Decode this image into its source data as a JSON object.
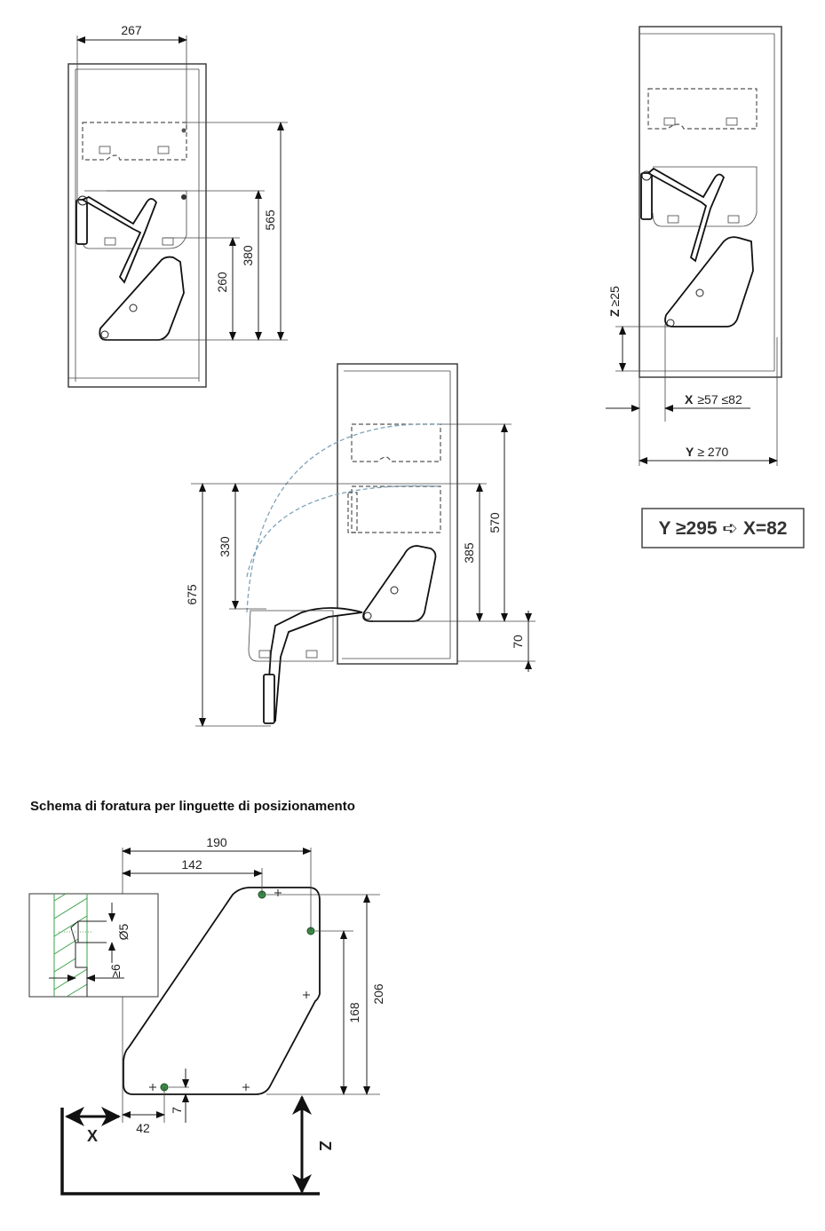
{
  "top_left_diagram": {
    "dims": {
      "width": "267",
      "d565": "565",
      "d380": "380",
      "d260": "260"
    }
  },
  "middle_diagram": {
    "dims": {
      "d570": "570",
      "d385": "385",
      "d70": "70",
      "d675": "675",
      "d330": "330"
    }
  },
  "right_diagram": {
    "z_label": "Z",
    "z_value": "≥25",
    "x_label": "X",
    "x_value": "≥57 ≤82",
    "y_label": "Y",
    "y_value": "≥ 270",
    "rule_box": "Y ≥295 ➪ X=82"
  },
  "drilling_scheme": {
    "title": "Schema di foratura per linguette di posizionamento",
    "dims": {
      "d190": "190",
      "d142": "142",
      "d206": "206",
      "d168": "168",
      "d42": "42",
      "d7": "7",
      "diameter": "Ø5",
      "depth": "≥6"
    },
    "x_label": "X",
    "z_label": "Z",
    "hole_color": "#3a8a46"
  }
}
